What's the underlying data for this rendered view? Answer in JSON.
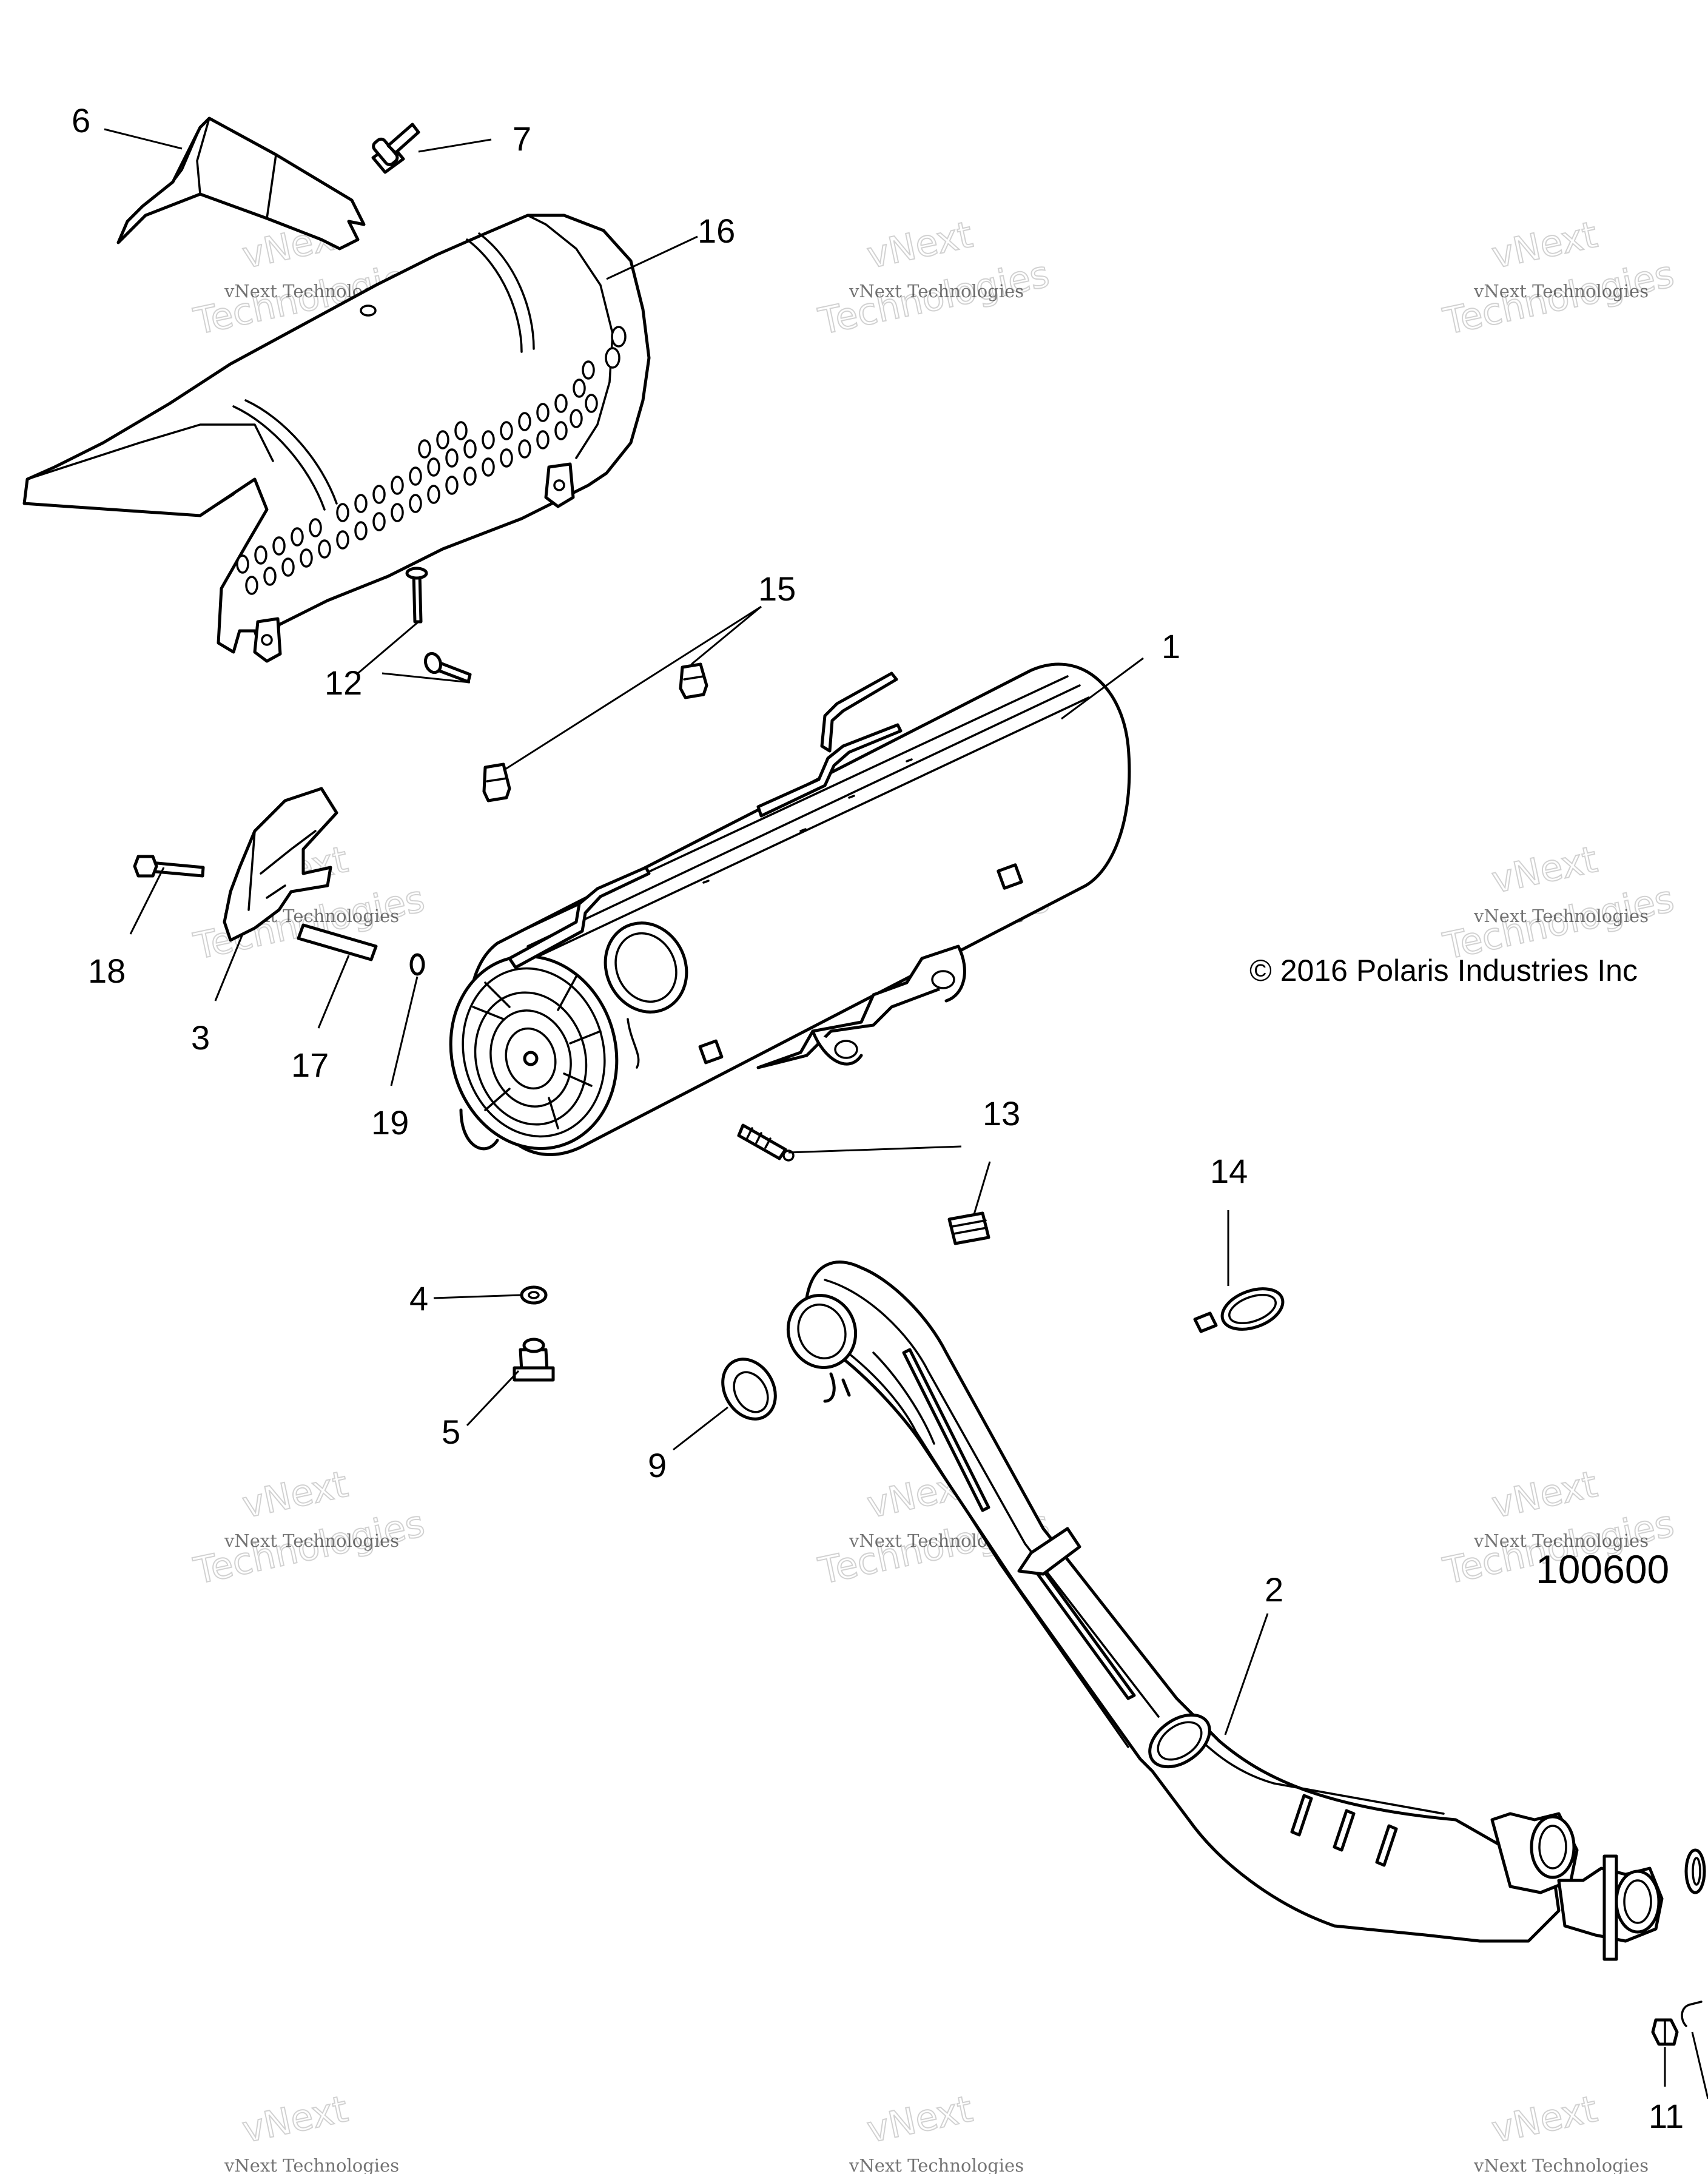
{
  "copyright": "© 2016 Polaris Industries Inc",
  "figure_number": "100600",
  "watermark": {
    "line1": "vNext Technologies",
    "line2": "vNext",
    "line3": "Technologies"
  },
  "callouts": {
    "c1": "1",
    "c2": "2",
    "c3": "3",
    "c4": "4",
    "c5": "5",
    "c6": "6",
    "c7": "7",
    "c9": "9",
    "c11": "11",
    "c12": "12",
    "c13": "13",
    "c14": "14",
    "c15": "15",
    "c16": "16",
    "c17": "17",
    "c18": "18",
    "c19": "19"
  }
}
